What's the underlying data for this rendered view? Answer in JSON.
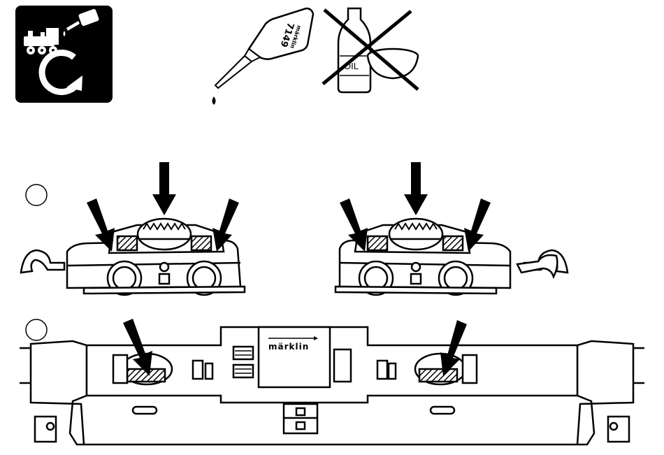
{
  "maintenance_icon": {
    "icon": "locomotive-oiling-cycle-icon",
    "background_color": "#000000"
  },
  "oil_bottle": {
    "label_brand": "märklin",
    "label_number": "7149"
  },
  "prohibited_oil": {
    "label": "OIL",
    "icon": "prohibited-cross-icon"
  },
  "steps": {
    "step1_marker": "",
    "step2_marker": ""
  },
  "top_chassis_cover": {
    "brand": "märklin"
  },
  "colors": {
    "ink": "#000000",
    "paper": "#ffffff",
    "gear_hatch": "#000000"
  }
}
